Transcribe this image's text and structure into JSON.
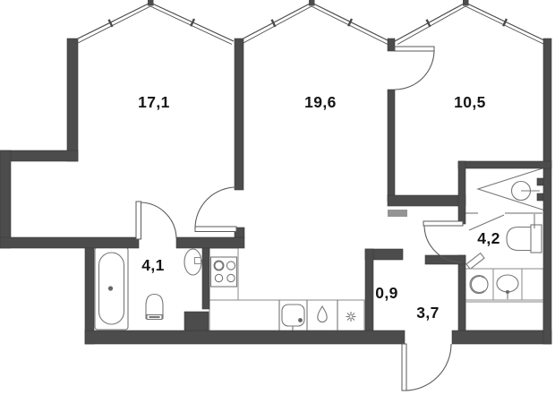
{
  "floor_plan": {
    "type": "apartment-floor-plan",
    "rooms": [
      {
        "id": "room-left",
        "area_label": "17,1"
      },
      {
        "id": "room-middle",
        "area_label": "19,6"
      },
      {
        "id": "room-right",
        "area_label": "10,5"
      },
      {
        "id": "bathroom",
        "area_label": "4,1"
      },
      {
        "id": "shower-room",
        "area_label": "4,2"
      },
      {
        "id": "closet",
        "area_label": "0,9"
      },
      {
        "id": "hallway",
        "area_label": "3,7"
      }
    ],
    "colors": {
      "wall": "#4c4c4c",
      "fixture_line": "#777777",
      "partition_line": "#9c9c9c",
      "label_text": "#151515",
      "background": "#ffffff"
    },
    "fixtures": [
      "bathtub",
      "toilet",
      "wall-washbasin",
      "stove-4-burners",
      "kitchen-counter",
      "kitchen-sink",
      "dishwasher-droplet",
      "fridge-snowflake",
      "washing-machine",
      "bathroom-sink",
      "corner-shower",
      "round-basin",
      "angled-shelf",
      "vent-shaft"
    ],
    "doors": [
      "door-room-right",
      "door-room-left-corner",
      "door-bathroom",
      "door-shower-room",
      "entry-door"
    ],
    "windows": [
      "bay-window-left",
      "bay-window-middle",
      "bay-window-right"
    ]
  }
}
